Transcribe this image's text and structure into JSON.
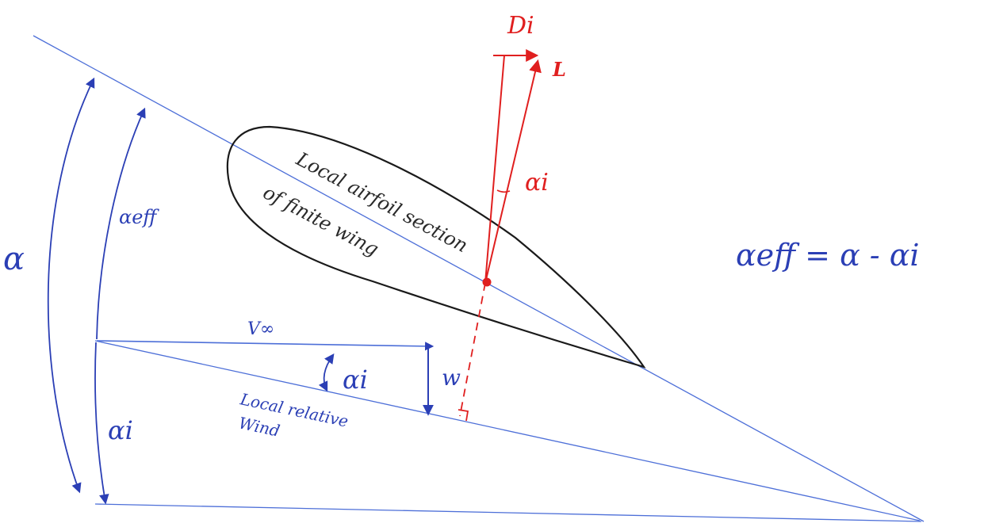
{
  "colors": {
    "blue_ink": "#2b3fb5",
    "thin_blue": "#4d6fd8",
    "red_ink": "#e01f1f",
    "airfoil_ink": "#1a1a1a"
  },
  "labels": {
    "drag_label": "Di",
    "lift_label": "L",
    "induced_angle_red": "αi",
    "airfoil_text_line1": "Local airfoil section",
    "airfoil_text_line2": "of finite wing",
    "alpha_eff_arc": "αeff",
    "alpha_arc": "α",
    "freestream": "V∞",
    "induced_angle_mid": "αi",
    "downwash": "w",
    "relative_wind_line1": "Local relative",
    "relative_wind_line2": "Wind",
    "alpha_i_arc": "αi",
    "equation": "αeff = α - αi"
  }
}
